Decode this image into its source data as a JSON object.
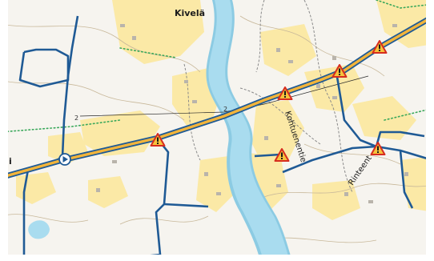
{
  "map": {
    "colors": {
      "land": "#f6f4ef",
      "built_area": "#fbe9a6",
      "water": "#a9dcef",
      "water_edge": "#8ccbe3",
      "highway_fill": "#f2b43a",
      "route_blue": "#1f5a95",
      "contour": "#c8b89a",
      "path_gray": "#8a8a8a",
      "boundary_green": "#3aa85b",
      "warning_red": "#d62c1f",
      "warning_fill": "#f7c23c"
    },
    "labels": {
      "place_kivela": "Kivelä",
      "road_kohtuenentie": "Kohtuenentie",
      "road_rinteent": "Rinteent",
      "road_number_a": "2",
      "road_number_b": "2",
      "edge_letter": "i"
    },
    "icons": {
      "warning": "warning-triangle-icon",
      "start": "play-marker-icon"
    }
  }
}
